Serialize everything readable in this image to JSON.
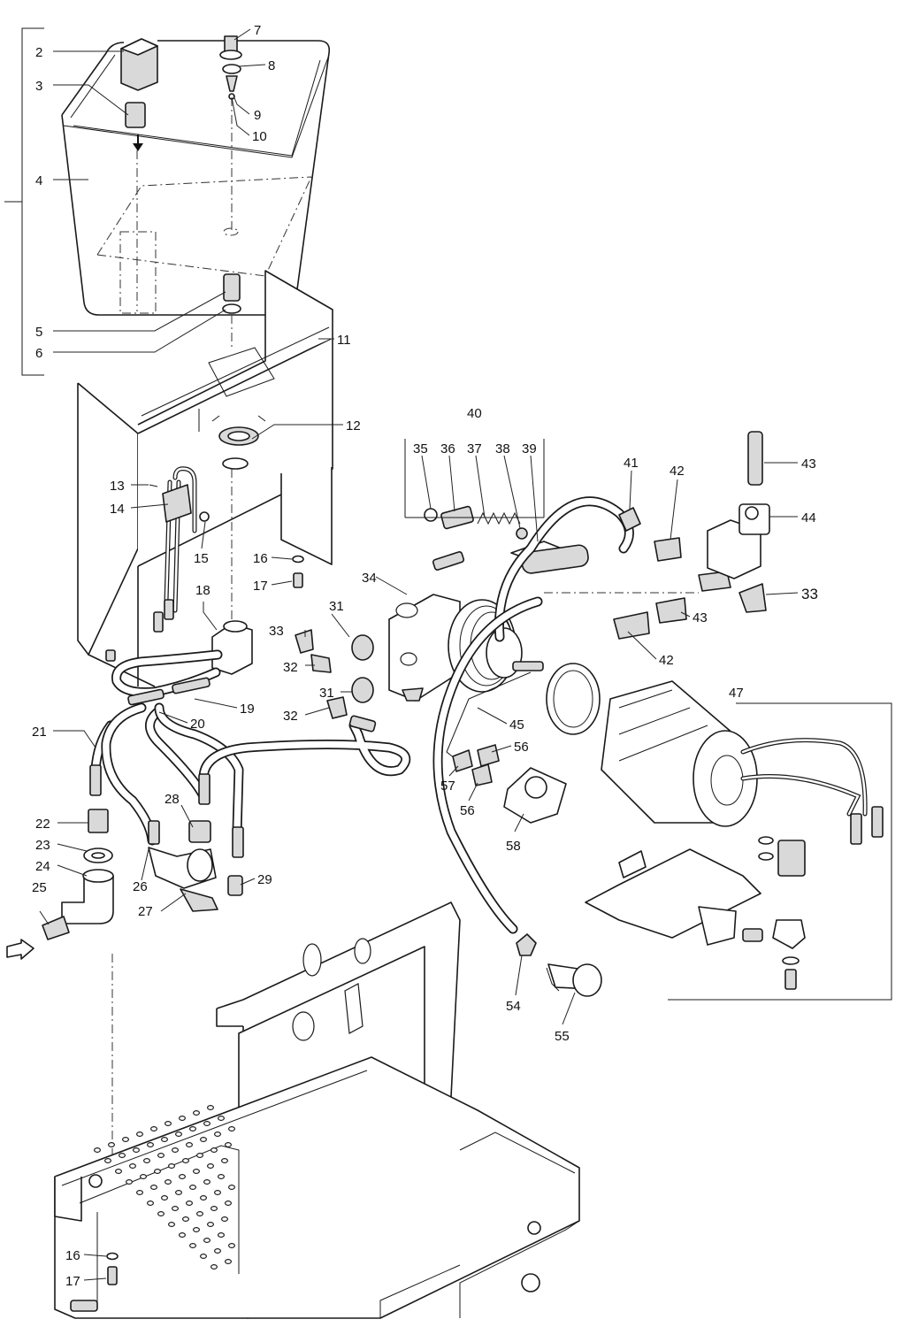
{
  "labels": [
    {
      "text": "2"
    },
    {
      "text": "3"
    },
    {
      "text": "4"
    },
    {
      "text": "5"
    },
    {
      "text": "6"
    },
    {
      "text": "7"
    },
    {
      "text": "8"
    },
    {
      "text": "9"
    },
    {
      "text": "10"
    },
    {
      "text": "11"
    },
    {
      "text": "12"
    },
    {
      "text": "13"
    },
    {
      "text": "14"
    },
    {
      "text": "15"
    },
    {
      "text": "16"
    },
    {
      "text": "17"
    },
    {
      "text": "18"
    },
    {
      "text": "19"
    },
    {
      "text": "20"
    },
    {
      "text": "21"
    },
    {
      "text": "22"
    },
    {
      "text": "23"
    },
    {
      "text": "24"
    },
    {
      "text": "25"
    },
    {
      "text": "26"
    },
    {
      "text": "27"
    },
    {
      "text": "28"
    },
    {
      "text": "29"
    },
    {
      "text": "31"
    },
    {
      "text": "32"
    },
    {
      "text": "33"
    },
    {
      "text": "31"
    },
    {
      "text": "32"
    },
    {
      "text": "34"
    },
    {
      "text": "35"
    },
    {
      "text": "36"
    },
    {
      "text": "37"
    },
    {
      "text": "38"
    },
    {
      "text": "39"
    },
    {
      "text": "40"
    },
    {
      "text": "41"
    },
    {
      "text": "42"
    },
    {
      "text": "43"
    },
    {
      "text": "44"
    },
    {
      "text": "33"
    },
    {
      "text": "43"
    },
    {
      "text": "42"
    },
    {
      "text": "45"
    },
    {
      "text": "47"
    },
    {
      "text": "56"
    },
    {
      "text": "57"
    },
    {
      "text": "56"
    },
    {
      "text": "58"
    },
    {
      "text": "54"
    },
    {
      "text": "55"
    },
    {
      "text": "16"
    },
    {
      "text": "17"
    }
  ]
}
